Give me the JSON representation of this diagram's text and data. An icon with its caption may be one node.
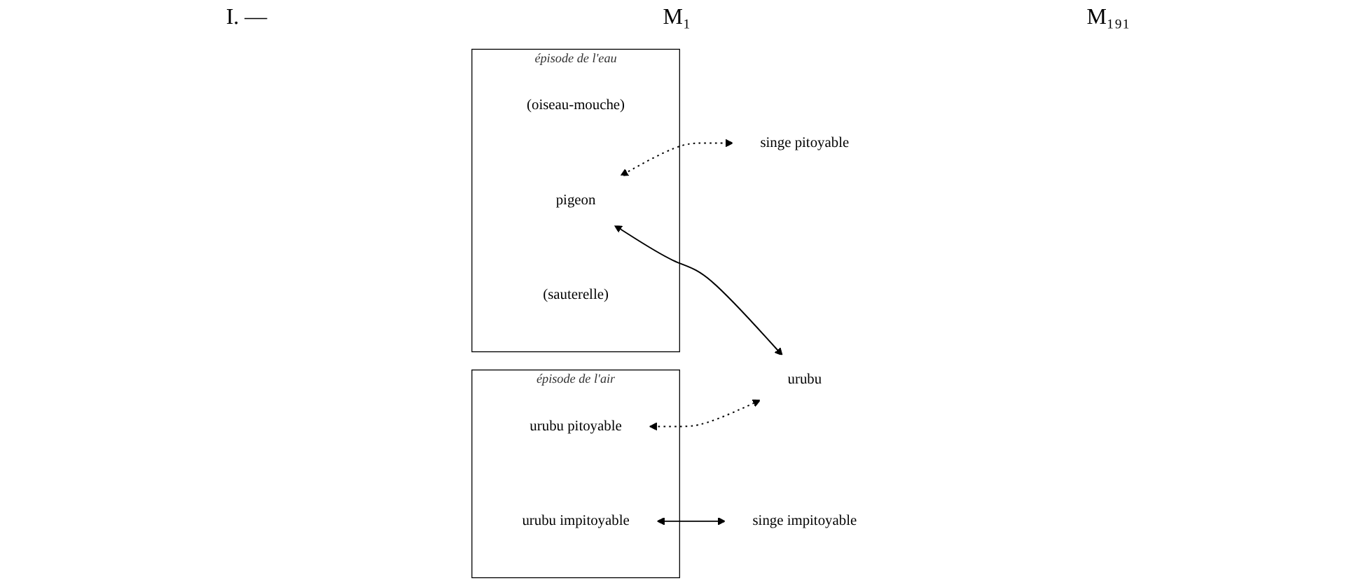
{
  "diagram": {
    "nodes": [
      {
        "text": [
          "épisode de l'eau"
        ]
      },
      {
        "text": [
          "(oiseau-mouche)"
        ],
        "in": 0
      },
      {
        "text": [
          "pigeon"
        ],
        "in": 0
      },
      {
        "text": [
          "(sauterelle)"
        ],
        "in": 0
      },
      {
        "text": [
          "singe pitoyable"
        ]
      },
      {
        "text": [
          "singe impitoyable"
        ]
      },
      {
        "text": [
          "épisode de l'air"
        ]
      },
      {
        "text": [
          "urubu impitoyable"
        ],
        "in": 6
      },
      {
        "text": [
          "urubu pitoyable"
        ],
        "in": 6
      },
      {
        "text": [
          "urubu"
        ]
      }
    ],
    "edges": [
      {
        "from": 2,
        "to": 4,
        "arrow": "both",
        "style": "dashed"
      },
      {
        "from": 2,
        "to": 9,
        "arrow": "both"
      },
      {
        "from": 7,
        "to": 5,
        "arrow": "both"
      },
      {
        "from": 8,
        "to": 9,
        "arrow": "both",
        "style": "dashed"
      }
    ],
    "labels": [
      "I. —",
      "M₁",
      "M₁₉₁"
    ]
  }
}
